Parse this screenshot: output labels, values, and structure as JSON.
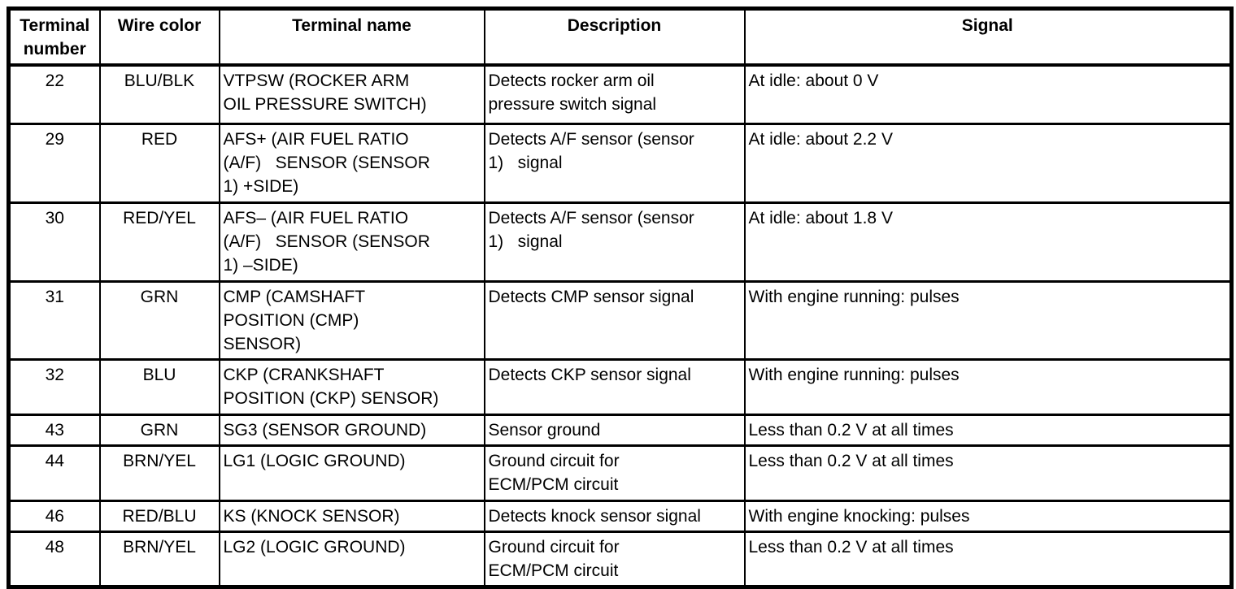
{
  "colors": {
    "border": "#000000",
    "background": "#ffffff",
    "text": "#000000"
  },
  "table": {
    "columns": [
      {
        "key": "terminal_number",
        "label": "Terminal\nnumber"
      },
      {
        "key": "wire_color",
        "label": "Wire color"
      },
      {
        "key": "terminal_name",
        "label": "Terminal name"
      },
      {
        "key": "description",
        "label": "Description"
      },
      {
        "key": "signal",
        "label": "Signal"
      }
    ],
    "rows": [
      {
        "terminal_number": "22",
        "wire_color": "BLU/BLK",
        "terminal_name": "VTPSW (ROCKER ARM\nOIL PRESSURE SWITCH)",
        "description": "Detects rocker arm oil\npressure switch signal",
        "signal": "At idle: about 0 V"
      },
      {
        "terminal_number": "29",
        "wire_color": "RED",
        "terminal_name": "AFS+ (AIR FUEL RATIO\n(A/F)   SENSOR (SENSOR\n1) +SIDE)",
        "description": "Detects A/F sensor (sensor\n1)   signal",
        "signal": "At idle: about 2.2 V"
      },
      {
        "terminal_number": "30",
        "wire_color": "RED/YEL",
        "terminal_name": "AFS– (AIR FUEL RATIO\n(A/F)   SENSOR (SENSOR\n1) –SIDE)",
        "description": "Detects A/F sensor (sensor\n1)   signal",
        "signal": "At idle: about 1.8 V"
      },
      {
        "terminal_number": "31",
        "wire_color": "GRN",
        "terminal_name": "CMP (CAMSHAFT\nPOSITION (CMP)\nSENSOR)",
        "description": "Detects CMP sensor signal",
        "signal": "With engine running: pulses"
      },
      {
        "terminal_number": "32",
        "wire_color": "BLU",
        "terminal_name": "CKP (CRANKSHAFT\nPOSITION (CKP) SENSOR)",
        "description": "Detects CKP sensor signal",
        "signal": "With engine running: pulses"
      },
      {
        "terminal_number": "43",
        "wire_color": "GRN",
        "terminal_name": "SG3 (SENSOR GROUND)",
        "description": "Sensor ground",
        "signal": "Less than 0.2 V at all times"
      },
      {
        "terminal_number": "44",
        "wire_color": "BRN/YEL",
        "terminal_name": "LG1 (LOGIC GROUND)",
        "description": "Ground circuit for\nECM/PCM circuit",
        "signal": "Less than 0.2 V at all times"
      },
      {
        "terminal_number": "46",
        "wire_color": "RED/BLU",
        "terminal_name": "KS (KNOCK SENSOR)",
        "description": "Detects knock sensor signal",
        "signal": "With engine knocking: pulses"
      },
      {
        "terminal_number": "48",
        "wire_color": "BRN/YEL",
        "terminal_name": "LG2 (LOGIC GROUND)",
        "description": "Ground circuit for\nECM/PCM circuit",
        "signal": "Less than 0.2 V at all times"
      }
    ]
  }
}
